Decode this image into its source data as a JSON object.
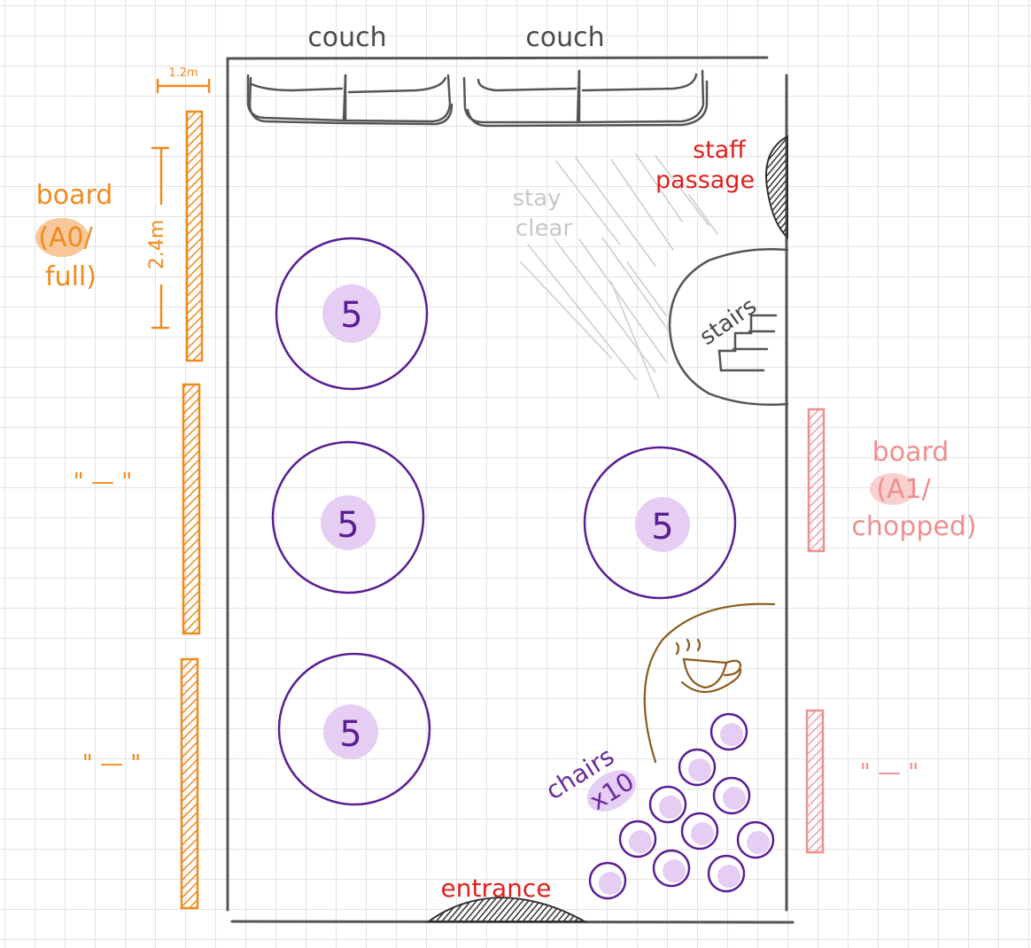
{
  "labels": {
    "couch_left": "couch",
    "couch_right": "couch",
    "staff_line1": "staff",
    "staff_line2": "passage",
    "stay_line1": "stay",
    "stay_line2": "clear",
    "stairs": "stairs",
    "entrance": "entrance",
    "chairs_line1": "chairs",
    "chairs_line2": "x10",
    "dim_width": "1.2m",
    "dim_height": "2.4m",
    "board_left_line1": "board",
    "board_left_line2": "(A0/",
    "board_left_line3": "full)",
    "board_right_line1": "board",
    "board_right_line2": "(A1/",
    "board_right_line3": "chopped)",
    "ditto_1": "\" — \"",
    "ditto_2": "\" — \"",
    "ditto_3": "\" — \""
  },
  "tables": [
    {
      "seats": "5"
    },
    {
      "seats": "5"
    },
    {
      "seats": "5"
    },
    {
      "seats": "5"
    }
  ],
  "colors": {
    "table_ring": "#5a1e94",
    "table_fill": "#e6cdf3",
    "board_left": "#f08a1d",
    "board_right": "#ef8f8f",
    "entrance": "#e0201d",
    "coffee": "#8a5a1e",
    "walls": "#555555"
  }
}
